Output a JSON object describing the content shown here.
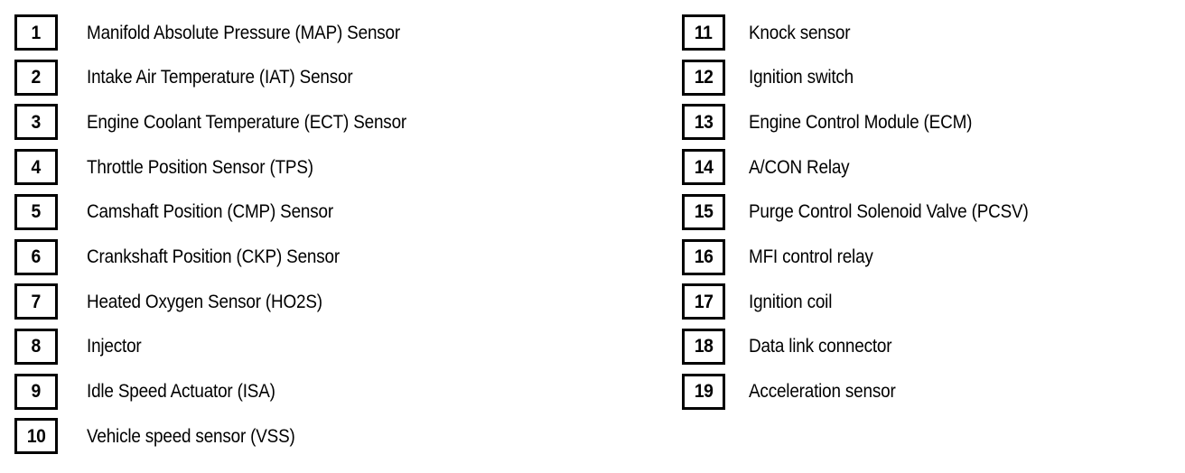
{
  "legend": {
    "background_color": "#ffffff",
    "text_color": "#000000",
    "columns": [
      {
        "name": "left-column",
        "items": [
          {
            "number": "1",
            "label": "Manifold Absolute Pressure (MAP) Sensor"
          },
          {
            "number": "2",
            "label": "Intake Air Temperature (IAT) Sensor"
          },
          {
            "number": "3",
            "label": "Engine Coolant Temperature (ECT) Sensor"
          },
          {
            "number": "4",
            "label": "Throttle Position Sensor (TPS)"
          },
          {
            "number": "5",
            "label": "Camshaft Position (CMP) Sensor"
          },
          {
            "number": "6",
            "label": "Crankshaft Position (CKP) Sensor"
          },
          {
            "number": "7",
            "label": "Heated Oxygen Sensor (HO2S)"
          },
          {
            "number": "8",
            "label": "Injector"
          },
          {
            "number": "9",
            "label": "Idle Speed Actuator (ISA)"
          },
          {
            "number": "10",
            "label": "Vehicle speed sensor (VSS)"
          }
        ]
      },
      {
        "name": "right-column",
        "items": [
          {
            "number": "11",
            "label": "Knock sensor"
          },
          {
            "number": "12",
            "label": "Ignition switch"
          },
          {
            "number": "13",
            "label": "Engine Control Module (ECM)"
          },
          {
            "number": "14",
            "label": "A/CON Relay"
          },
          {
            "number": "15",
            "label": "Purge Control Solenoid Valve (PCSV)"
          },
          {
            "number": "16",
            "label": "MFI control relay"
          },
          {
            "number": "17",
            "label": "Ignition coil"
          },
          {
            "number": "18",
            "label": "Data link connector"
          },
          {
            "number": "19",
            "label": "Acceleration sensor"
          }
        ]
      }
    ]
  }
}
